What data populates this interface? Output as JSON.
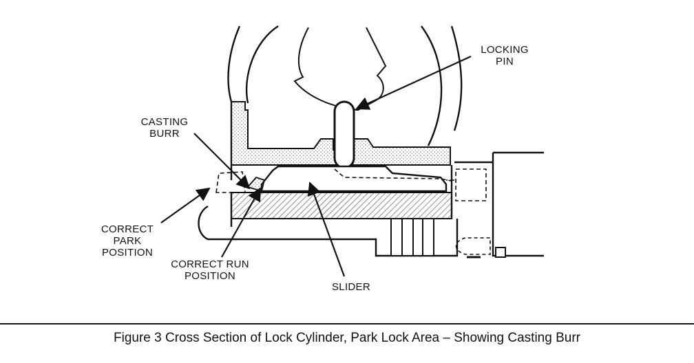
{
  "labels": {
    "locking_pin": [
      "LOCKING",
      "PIN"
    ],
    "casting_burr": [
      "CASTING",
      "BURR"
    ],
    "correct_park_position": [
      "CORRECT",
      "PARK",
      "POSITION"
    ],
    "correct_run_position": [
      "CORRECT RUN",
      "POSITION"
    ],
    "slider": "SLIDER"
  },
  "caption": "Figure 3  Cross Section of Lock Cylinder, Park Lock Area – Showing Casting Burr"
}
